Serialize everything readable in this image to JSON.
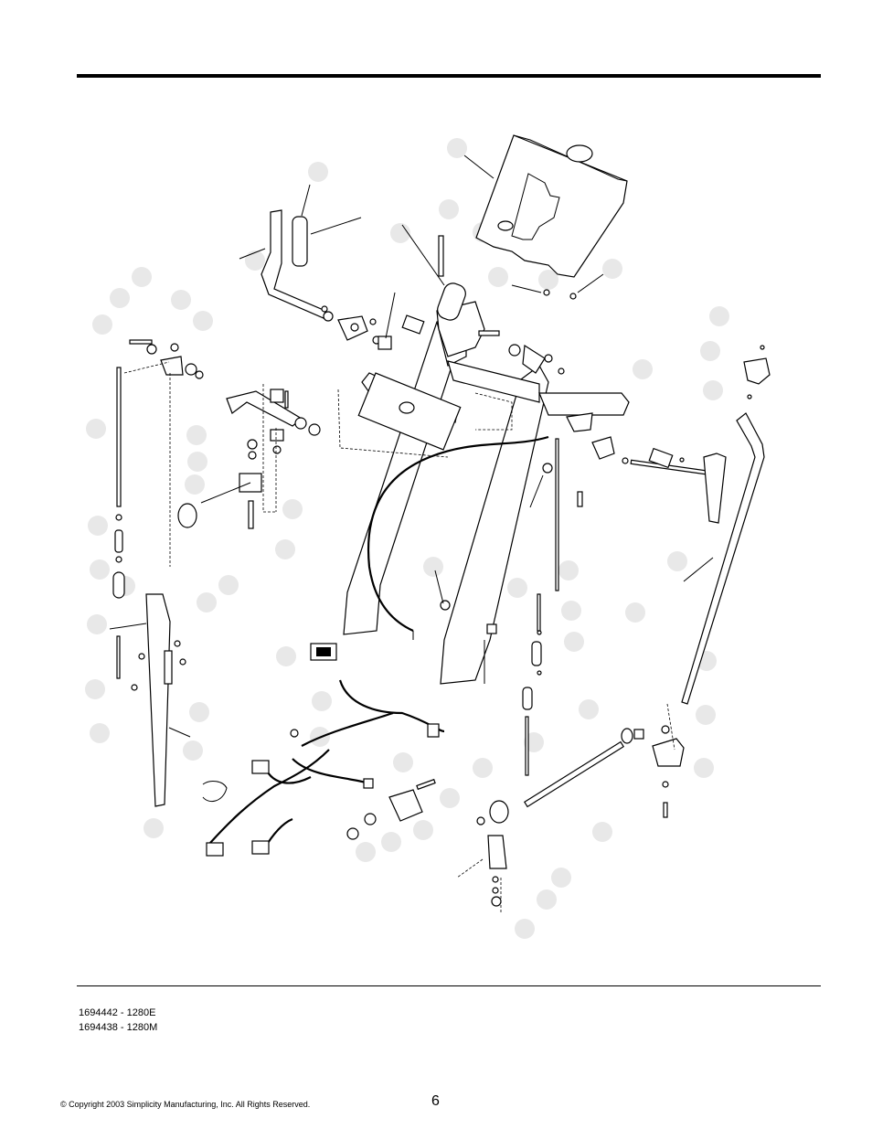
{
  "footer": {
    "models": [
      "1694442 - 1280E",
      "1694438 - 1280M"
    ],
    "copyright": "© Copyright 2003 Simplicity Manufacturing, Inc. All Rights Reserved.",
    "page_number": "6"
  }
}
